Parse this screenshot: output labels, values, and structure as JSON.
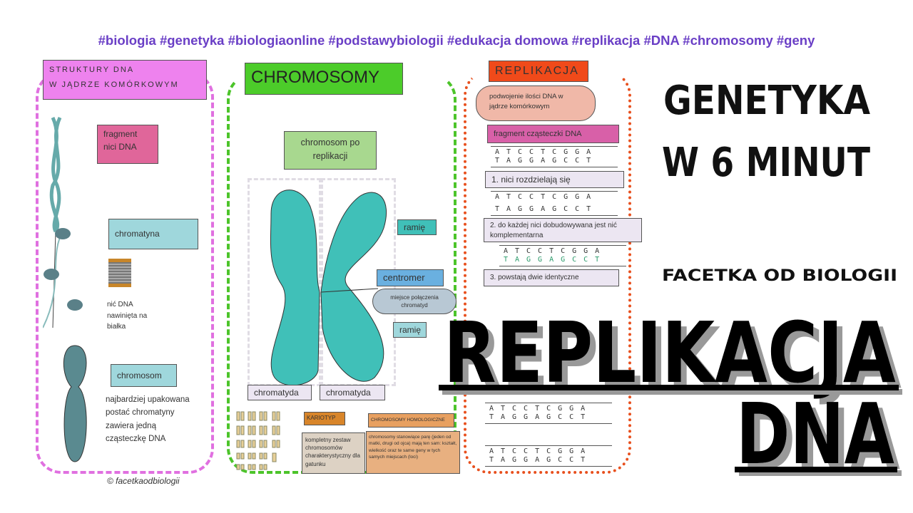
{
  "hashtags": "#biologia #genetyka #biologiaonline #podstawybiologii #edukacja domowa #replikacja #DNA #chromosomy #geny",
  "colors": {
    "hashtag": "#6a3fc6",
    "pink_region": "#e070e0",
    "green_region": "#4cc42a",
    "orange_region": "#e8501e",
    "chromosome": "#40c0b8"
  },
  "left_panel": {
    "title_line1": "STRUKTURY DNA",
    "title_line2": "W JĄDRZE KOMÓRKOWYM",
    "fragment_label": "fragment nici DNA",
    "chromatin_label": "chromatyna",
    "chromatin_note": "nić DNA nawinięta na białka",
    "chromosome_label": "chromosom",
    "chromosome_note": "najbardziej upakowana postać chromatyny zawiera jedną cząsteczkę DNA",
    "copyright": "© facetkaodbiologii"
  },
  "middle_panel": {
    "title": "CHROMOSOMY",
    "replicated_label": "chromosom po replikacji",
    "arm_label_top": "ramię",
    "centromere_label": "centromer",
    "centromere_note": "miejsce połączenia chromatyd",
    "arm_label_bottom": "ramię",
    "chromatid_left": "chromatyda",
    "chromatid_right": "chromatyda",
    "karyotype_title": "KARIOTYP",
    "karyotype_note": "kompletny zestaw chromosomów charakterystyczny dla gatunku",
    "homologous_title": "CHROMOSOMY HOMOLOGICZNE",
    "homologous_note": "chromosomy stanowiące parę (jeden od matki, drugi od ojca) mają ten sam: kształt, wielkość oraz te same geny w tych samych miejscach (loci)"
  },
  "right_panel": {
    "title": "REPLIKACJA",
    "definition": "podwojenie ilości DNA w jądrze komórkowym",
    "fragment_label": "fragment cząsteczki DNA",
    "strand_top": "ATCCTCGGA",
    "strand_bottom": "TAGGAGCCT",
    "step1": "1. nici rozdzielają się",
    "step2": "2. do każdej nici dobudowywana jest nić komplementarna",
    "step3": "3. powstają dwie identyczne"
  },
  "headline": {
    "line1": "GENETYKA",
    "line2": "W 6 MINUT",
    "author": "FACETKA OD BIOLOGII",
    "main1": "REPLIKACJA",
    "main2": "DNA"
  }
}
